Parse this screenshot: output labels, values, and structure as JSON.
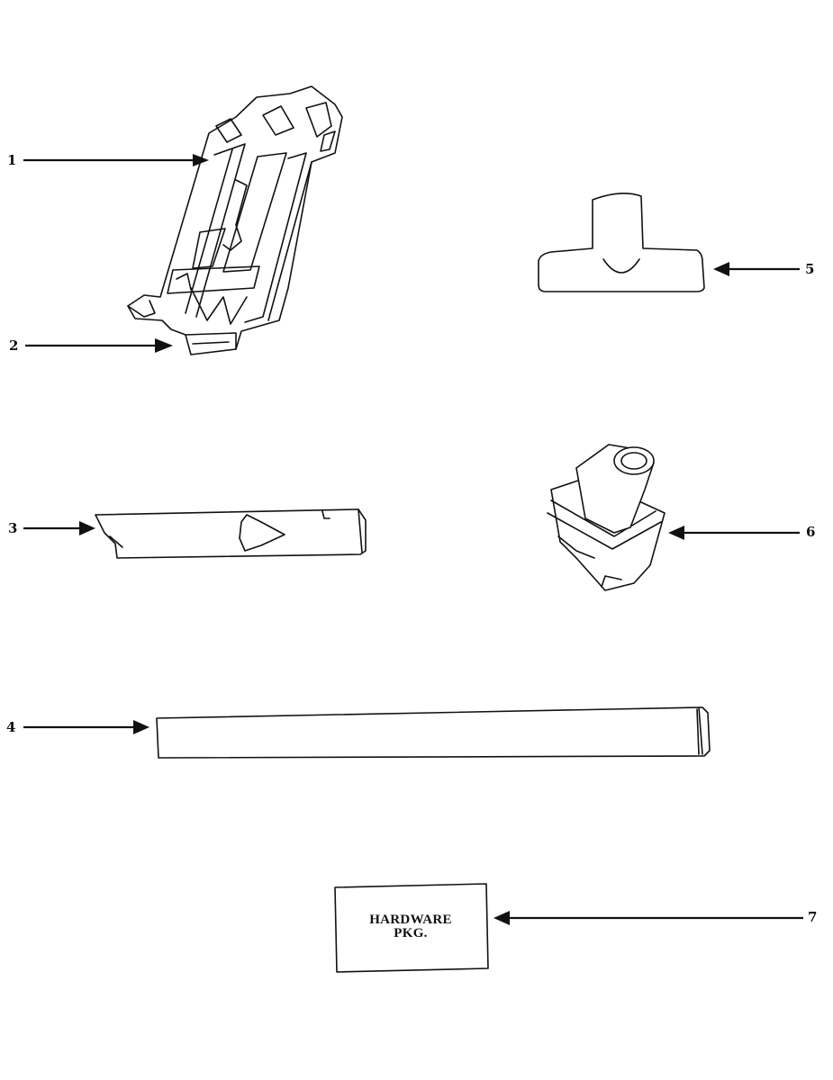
{
  "callouts": {
    "c1": "1",
    "c2": "2",
    "c3": "3",
    "c4": "4",
    "c5": "5",
    "c6": "6",
    "c7": "7"
  },
  "hardware_package": {
    "line1": "HARDWARE",
    "line2": "PKG."
  },
  "colors": {
    "ink": "#111111",
    "paper": "#ffffff"
  }
}
